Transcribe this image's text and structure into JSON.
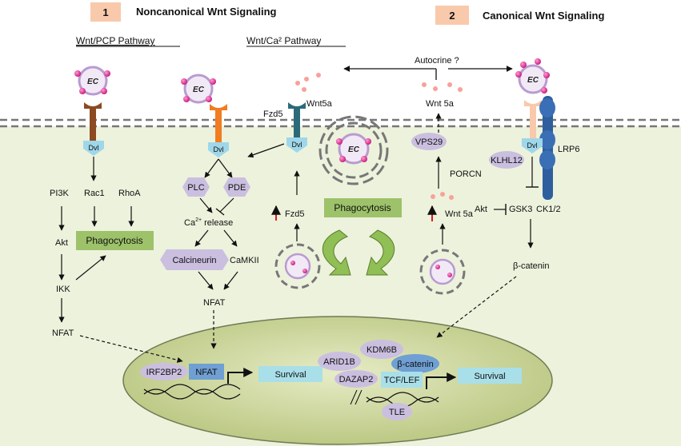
{
  "sections": [
    {
      "number": "1",
      "title": "Noncanonical Wnt Signaling"
    },
    {
      "number": "2",
      "title": "Canonical Wnt Signaling"
    }
  ],
  "pathway_titles": {
    "pcp": "Wnt/PCP Pathway",
    "ca": "Wnt/Ca² Pathway"
  },
  "labels": {
    "ec": "EC",
    "autocrine": "Autocrine ?",
    "fzd5": "Fzd5",
    "wnt5a_top": "Wnt5a",
    "wnt5a_right": "Wnt 5a",
    "dvl": "Dvl",
    "lrp6": "LRP6",
    "vps29": "VPS29",
    "porcn": "PORCN",
    "klhl12": "KLHL12",
    "akt": "Akt",
    "gsk3": "GSK3",
    "ck12": "CK1/2",
    "beta_catenin": "β-catenin",
    "pi3k": "PI3K",
    "rac1": "Rac1",
    "rhoa": "RhoA",
    "ikk": "IKK",
    "nfat": "NFAT",
    "plc": "PLC",
    "pde": "PDE",
    "ca_release_prefix": "Ca",
    "ca_release_sup": "2+",
    "ca_release_suffix": " release",
    "calcineurin": "Calcineurin",
    "camkii": "CaMKII",
    "phagocytosis": "Phagocytosis",
    "irf2bp2": "IRF2BP2",
    "survival": "Survival",
    "arid1b": "ARID1B",
    "kdm6b": "KDM6B",
    "dazap2": "DAZAP2",
    "tcf_lef": "TCF/LEF",
    "tle": "TLE"
  },
  "colors": {
    "section_box": "#f9c9ab",
    "cytoplasm": "#edf2dc",
    "nucleus": "#d6dfae",
    "phago_box": "#9dc26a",
    "survival_box": "#a9dfe9",
    "purple_hex": "#cbbfe0",
    "pink_dot": "#e0439c",
    "ec_border": "#b99bd0",
    "dvl_blue": "#9fd7ea",
    "nfat_blue": "#6f9fd3",
    "green_arrow": "#7ba43a"
  }
}
